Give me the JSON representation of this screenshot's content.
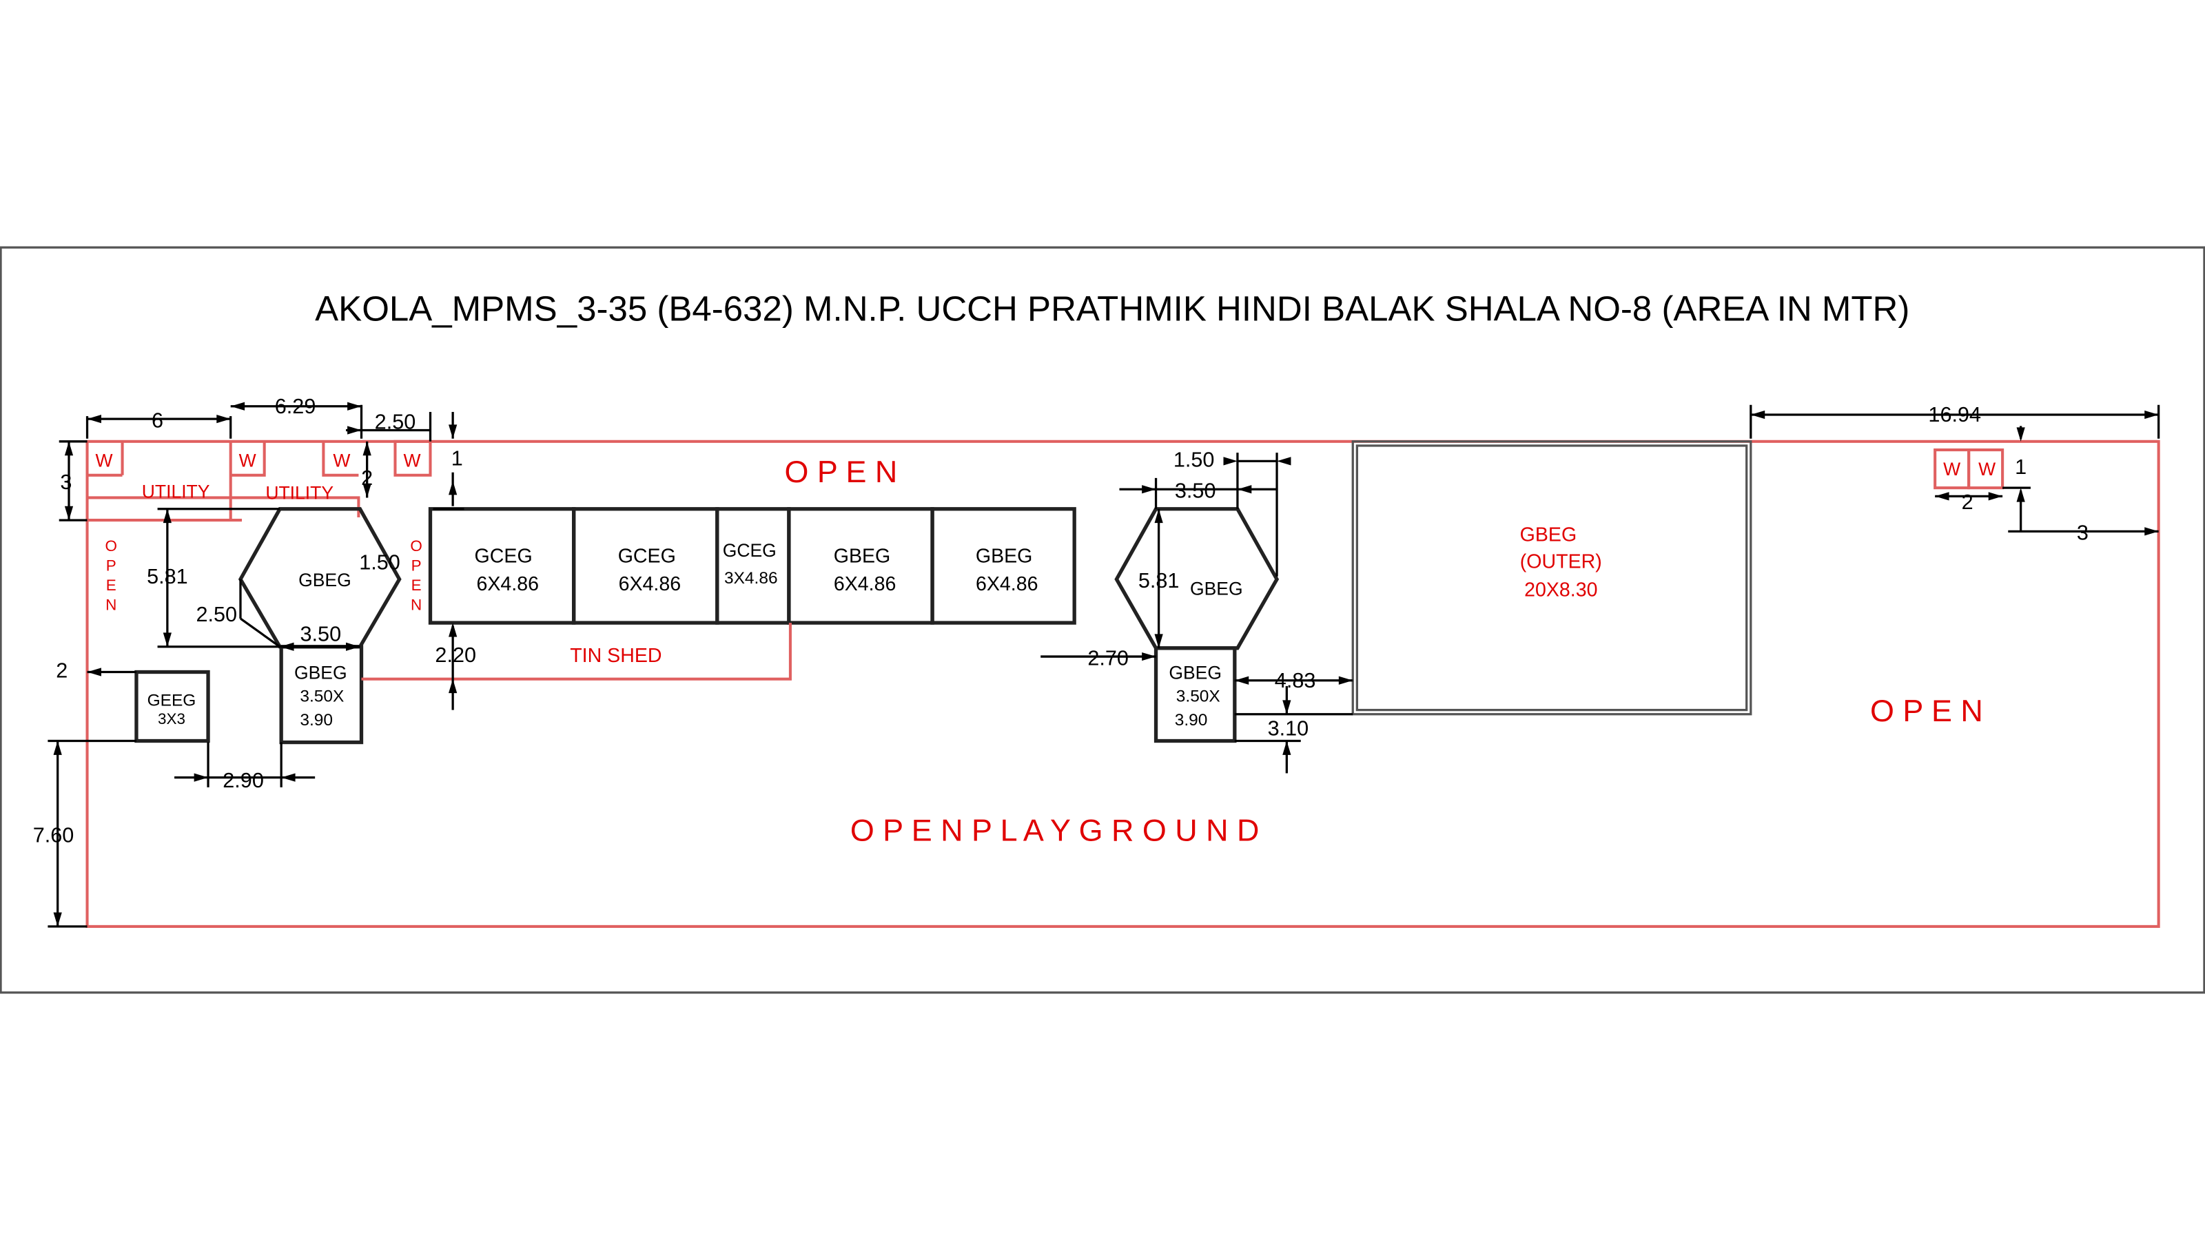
{
  "title": "AKOLA_MPMS_3-35 (B4-632) M.N.P. UCCH PRATHMIK HINDI  BALAK SHALA NO-8 (AREA IN MTR)",
  "area_labels": {
    "open_top": "O P E N",
    "open_right": "O P E N",
    "open_play_ground": "O P E N     P L A Y     G R O U N D",
    "open_vertical": [
      "O",
      "P",
      "E",
      "N"
    ],
    "utility": "UTILITY",
    "tin_shed": "TIN SHED",
    "w": "W"
  },
  "rooms": {
    "gbeg_hex_left": "GBEG",
    "gbeg_hex_right": "GBEG",
    "geeg_small": {
      "name": "GEEG",
      "size": "3X3"
    },
    "gbeg_left": {
      "name": "GBEG",
      "size1": "3.50X",
      "size2": "3.90"
    },
    "gbeg_right": {
      "name": "GBEG",
      "size1": "3.50X",
      "size2": "3.90"
    },
    "row": [
      {
        "name": "GCEG",
        "size": "6X4.86"
      },
      {
        "name": "GCEG",
        "size": "6X4.86"
      },
      {
        "name": "GCEG",
        "size": "3X4.86"
      },
      {
        "name": "GBEG",
        "size": "6X4.86"
      },
      {
        "name": "GBEG",
        "size": "6X4.86"
      }
    ],
    "gbeg_outer": {
      "name": "GBEG",
      "sub": "(OUTER)",
      "size": "20X8.30"
    }
  },
  "dimensions": {
    "d6": "6",
    "d629": "6.29",
    "d250_top": "2.50",
    "d3": "3",
    "d2_util": "2",
    "d1_top": "1",
    "d581_left": "5.81",
    "d250_left": "2.50",
    "d150_left": "1.50",
    "d350_left": "3.50",
    "d2_left": "2",
    "d290": "2.90",
    "d760": "7.60",
    "d220": "2.20",
    "d150_right": "1.50",
    "d350_right": "3.50",
    "d581_right": "5.81",
    "d270": "2.70",
    "d483": "4.83",
    "d310": "3.10",
    "d1694": "16.94",
    "d1_right": "1",
    "d2_right": "2",
    "d3_right": "3"
  },
  "colors": {
    "annotation_red": "#e00000",
    "line_red": "#e06060"
  }
}
